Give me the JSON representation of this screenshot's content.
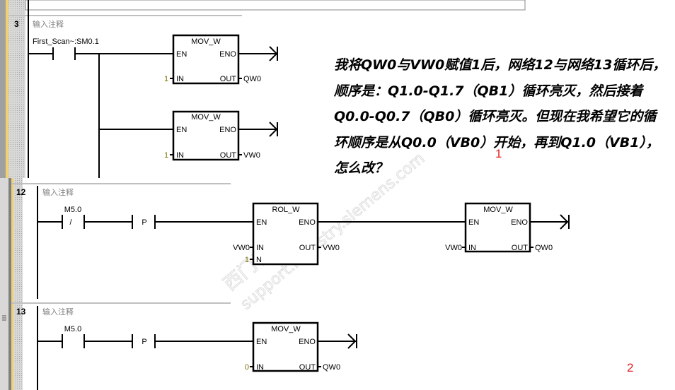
{
  "network3": {
    "number": "3",
    "comment": "输入注释",
    "contact": "First_Scan~:SM0.1",
    "box1": {
      "title": "MOV_W",
      "en": "EN",
      "eno": "ENO",
      "in": "IN",
      "out": "OUT",
      "in_val": "1",
      "out_val": "QW0"
    },
    "box2": {
      "title": "MOV_W",
      "en": "EN",
      "eno": "ENO",
      "in": "IN",
      "out": "OUT",
      "in_val": "1",
      "out_val": "VW0"
    }
  },
  "network12": {
    "number": "12",
    "comment": "输入注释",
    "contact": "M5.0",
    "contact_sym": "/",
    "edge": "P",
    "box1": {
      "title": "ROL_W",
      "en": "EN",
      "eno": "ENO",
      "in": "IN",
      "out": "OUT",
      "n": "N",
      "in_val": "VW0",
      "n_val": "1",
      "out_val": "VW0"
    },
    "box2": {
      "title": "MOV_W",
      "en": "EN",
      "eno": "ENO",
      "in": "IN",
      "out": "OUT",
      "in_val": "VW0",
      "out_val": "QW0"
    }
  },
  "network13": {
    "number": "13",
    "comment": "输入注释",
    "contact": "M5.0",
    "edge": "P",
    "box1": {
      "title": "MOV_W",
      "en": "EN",
      "eno": "ENO",
      "in": "IN",
      "out": "OUT",
      "in_val": "0",
      "out_val": "QW0"
    }
  },
  "question": "我将QW0与VW0赋值1后，网络12与网络13循环后，顺序是：Q1.0-Q1.7（QB1）循环亮灭，然后接着Q0.0-Q0.7（QB0）循环亮灭。但现在我希望它的循环顺序是从Q0.0（VB0）开始，再到Q1.0（VB1），怎么改？",
  "markers": {
    "m1": "1",
    "m2": "2"
  },
  "watermark": {
    "line1": "西门子工业",
    "line2": "support.industry.siemens.com"
  }
}
